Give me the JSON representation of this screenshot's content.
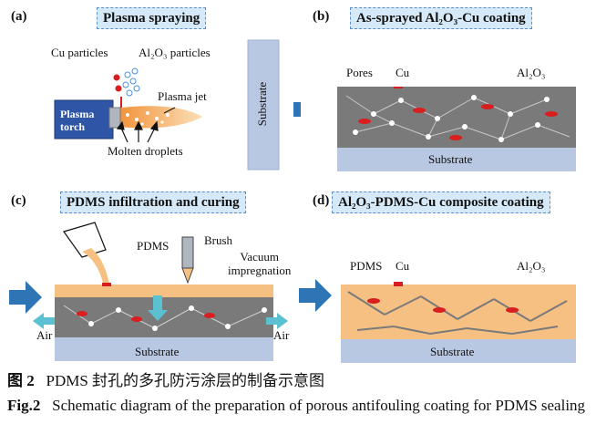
{
  "panels": {
    "a": {
      "letter": "(a)",
      "title": "Plasma spraying",
      "cu_particles": "Cu particles",
      "al2o3_particles": "Al₂O₃ particles",
      "plasma_jet": "Plasma jet",
      "torch_line1": "Plasma",
      "torch_line2": "torch",
      "molten": "Molten droplets",
      "substrate": "Substrate"
    },
    "b": {
      "letter": "(b)",
      "title": "As-sprayed Al₂O₃-Cu coating",
      "pores": "Pores",
      "cu": "Cu",
      "al2o3": "Al₂O₃",
      "substrate": "Substrate"
    },
    "c": {
      "letter": "(c)",
      "title": "PDMS infiltration and curing",
      "pdms": "PDMS",
      "brush": "Brush",
      "vacuum1": "Vacuum",
      "vacuum2": "impregnation",
      "air_left": "Air",
      "air_right": "Air",
      "substrate": "Substrate"
    },
    "d": {
      "letter": "(d)",
      "title": "Al₂O₃-PDMS-Cu composite coating",
      "pdms": "PDMS",
      "cu": "Cu",
      "al2o3": "Al₂O₃",
      "substrate": "Substrate"
    }
  },
  "caption": {
    "cn_label": "图 2",
    "cn_text": "PDMS 封孔的多孔防污涂层的制备示意图",
    "en_label": "Fig.2",
    "en_text": "Schematic diagram of the preparation of porous antifouling coating for PDMS sealing"
  },
  "colors": {
    "title_bg": "#d6e9f8",
    "substrate": "#b8c7e2",
    "coating": "#7a7a7a",
    "cu": "#d81e1e",
    "pdms": "#f6c083",
    "arrow": "#2e75b6",
    "torch": "#2f56a6"
  }
}
